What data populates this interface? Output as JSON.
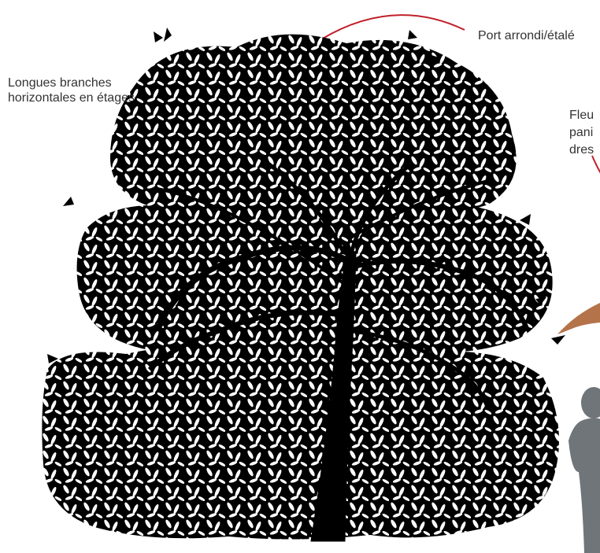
{
  "annotations": {
    "branches": "Longues branches horizontales en étages",
    "crown": "Port arrondi/étalé",
    "flower_lines": [
      "Fleu",
      "pani",
      "dres"
    ]
  },
  "colors": {
    "annotation_line": "#c0202a",
    "ink": "#000000",
    "human_silhouette": "#6f7579",
    "flower": "#b5734a"
  },
  "icons": {
    "tree": "tree-illustration",
    "human": "human-silhouette-icon",
    "flower": "flower-panicle-icon"
  }
}
